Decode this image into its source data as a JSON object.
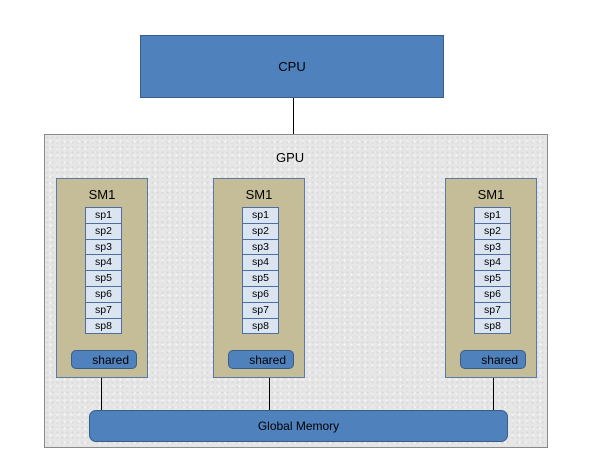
{
  "cpu": {
    "label": "CPU"
  },
  "gpu": {
    "label": "GPU",
    "sms": [
      {
        "title": "SM1",
        "sps": [
          "sp1",
          "sp2",
          "sp3",
          "sp4",
          "sp5",
          "sp6",
          "sp7",
          "sp8"
        ],
        "shared": "shared"
      },
      {
        "title": "SM1",
        "sps": [
          "sp1",
          "sp2",
          "sp3",
          "sp4",
          "sp5",
          "sp6",
          "sp7",
          "sp8"
        ],
        "shared": "shared"
      },
      {
        "title": "SM1",
        "sps": [
          "sp1",
          "sp2",
          "sp3",
          "sp4",
          "sp5",
          "sp6",
          "sp7",
          "sp8"
        ],
        "shared": "shared"
      }
    ],
    "global_memory": "Global Memory"
  },
  "colors": {
    "block_blue": "#4f81bd",
    "sm_tan": "#c4bd97",
    "sp_fill": "#dbe5f1",
    "gpu_bg": "#e6e6e6"
  }
}
